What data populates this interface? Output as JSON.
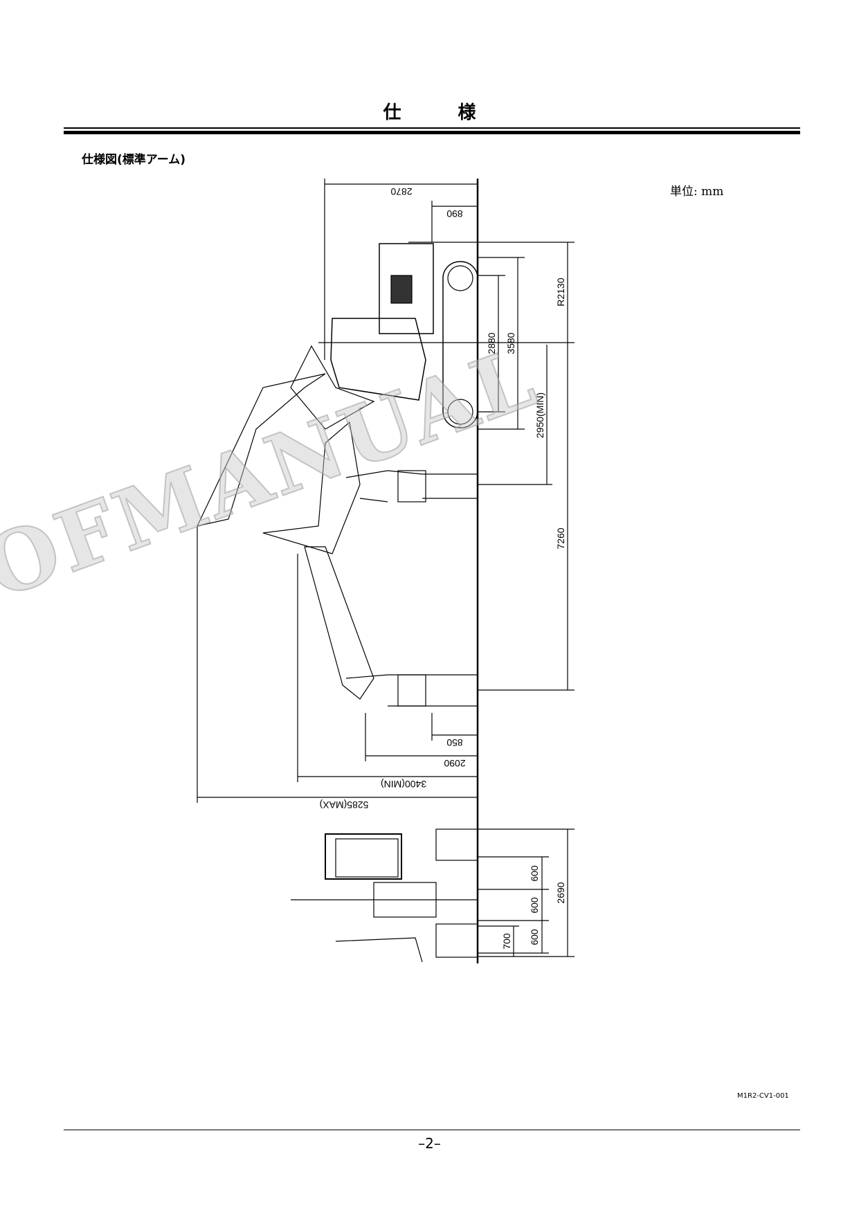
{
  "header": {
    "title": "仕　様"
  },
  "section": {
    "subtitle": "仕様図(標準アーム)",
    "unit": "単位: mm"
  },
  "dimensions": {
    "top": [
      "2870",
      "890"
    ],
    "right": [
      "R2130",
      "7260",
      "3580",
      "2880",
      "2950(MIN)"
    ],
    "bottom": [
      "850",
      "2090",
      "3400(MIN)",
      "5285(MAX)"
    ],
    "front_view": [
      "2690",
      "600",
      "600",
      "600",
      "700"
    ]
  },
  "figure_id": "M1R2-CV1-001",
  "footer": {
    "page": "–2–"
  },
  "watermark": "OFMANUAL"
}
